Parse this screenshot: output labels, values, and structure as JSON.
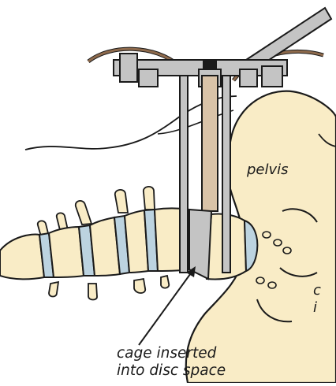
{
  "labels": {
    "pelvis": "pelvis",
    "cage": "cage inserted\ninto disc space",
    "cut_off_text": "c\ni"
  },
  "colors": {
    "bone": "#f9ecc6",
    "disc": "#bcd3e0",
    "metal": "#c4c4c4",
    "rod": "#d9c3a8",
    "wire": "#8e6a4c",
    "outline": "#1a1a1a"
  }
}
